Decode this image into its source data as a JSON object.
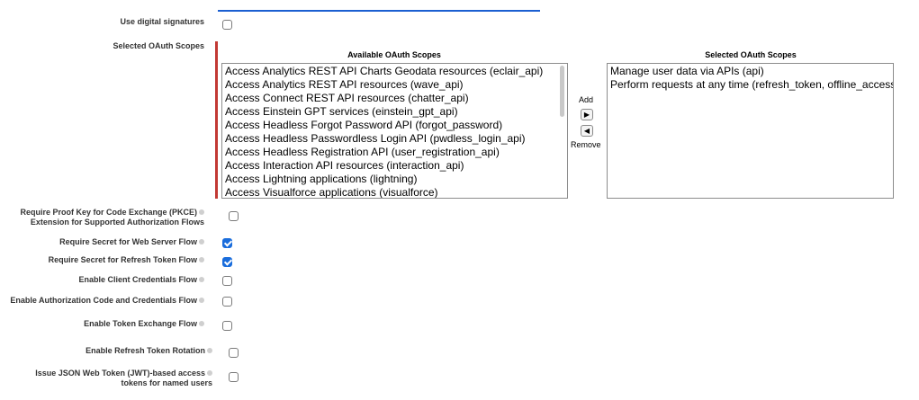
{
  "digital_signatures_label": "Use digital signatures",
  "selected_oauth_scopes_label": "Selected OAuth Scopes",
  "available_header": "Available OAuth Scopes",
  "selected_header": "Selected OAuth Scopes",
  "available_scopes": [
    "Access Analytics REST API Charts Geodata resources (eclair_api)",
    "Access Analytics REST API resources (wave_api)",
    "Access Connect REST API resources (chatter_api)",
    "Access Einstein GPT services (einstein_gpt_api)",
    "Access Headless Forgot Password API (forgot_password)",
    "Access Headless Passwordless Login API (pwdless_login_api)",
    "Access Headless Registration API (user_registration_api)",
    "Access Interaction API resources (interaction_api)",
    "Access Lightning applications (lightning)",
    "Access Visualforce applications (visualforce)"
  ],
  "selected_scopes": [
    "Manage user data via APIs (api)",
    "Perform requests at any time (refresh_token, offline_access)"
  ],
  "add_label": "Add",
  "remove_label": "Remove",
  "options": {
    "pkce_line1": "Require Proof Key for Code Exchange (PKCE)",
    "pkce_line2": "Extension for Supported Authorization Flows",
    "secret_web_server": "Require Secret for Web Server Flow",
    "secret_refresh": "Require Secret for Refresh Token Flow",
    "client_credentials": "Enable Client Credentials Flow",
    "auth_code_credentials": "Enable Authorization Code and Credentials Flow",
    "token_exchange": "Enable Token Exchange Flow",
    "refresh_rotation": "Enable Refresh Token Rotation",
    "jwt_line1": "Issue JSON Web Token (JWT)-based access",
    "jwt_line2": "tokens for named users"
  },
  "checked": {
    "digital_signatures": false,
    "pkce": false,
    "secret_web_server": true,
    "secret_refresh": true,
    "client_credentials": false,
    "auth_code_credentials": false,
    "token_exchange": false,
    "refresh_rotation": false,
    "jwt": false
  }
}
